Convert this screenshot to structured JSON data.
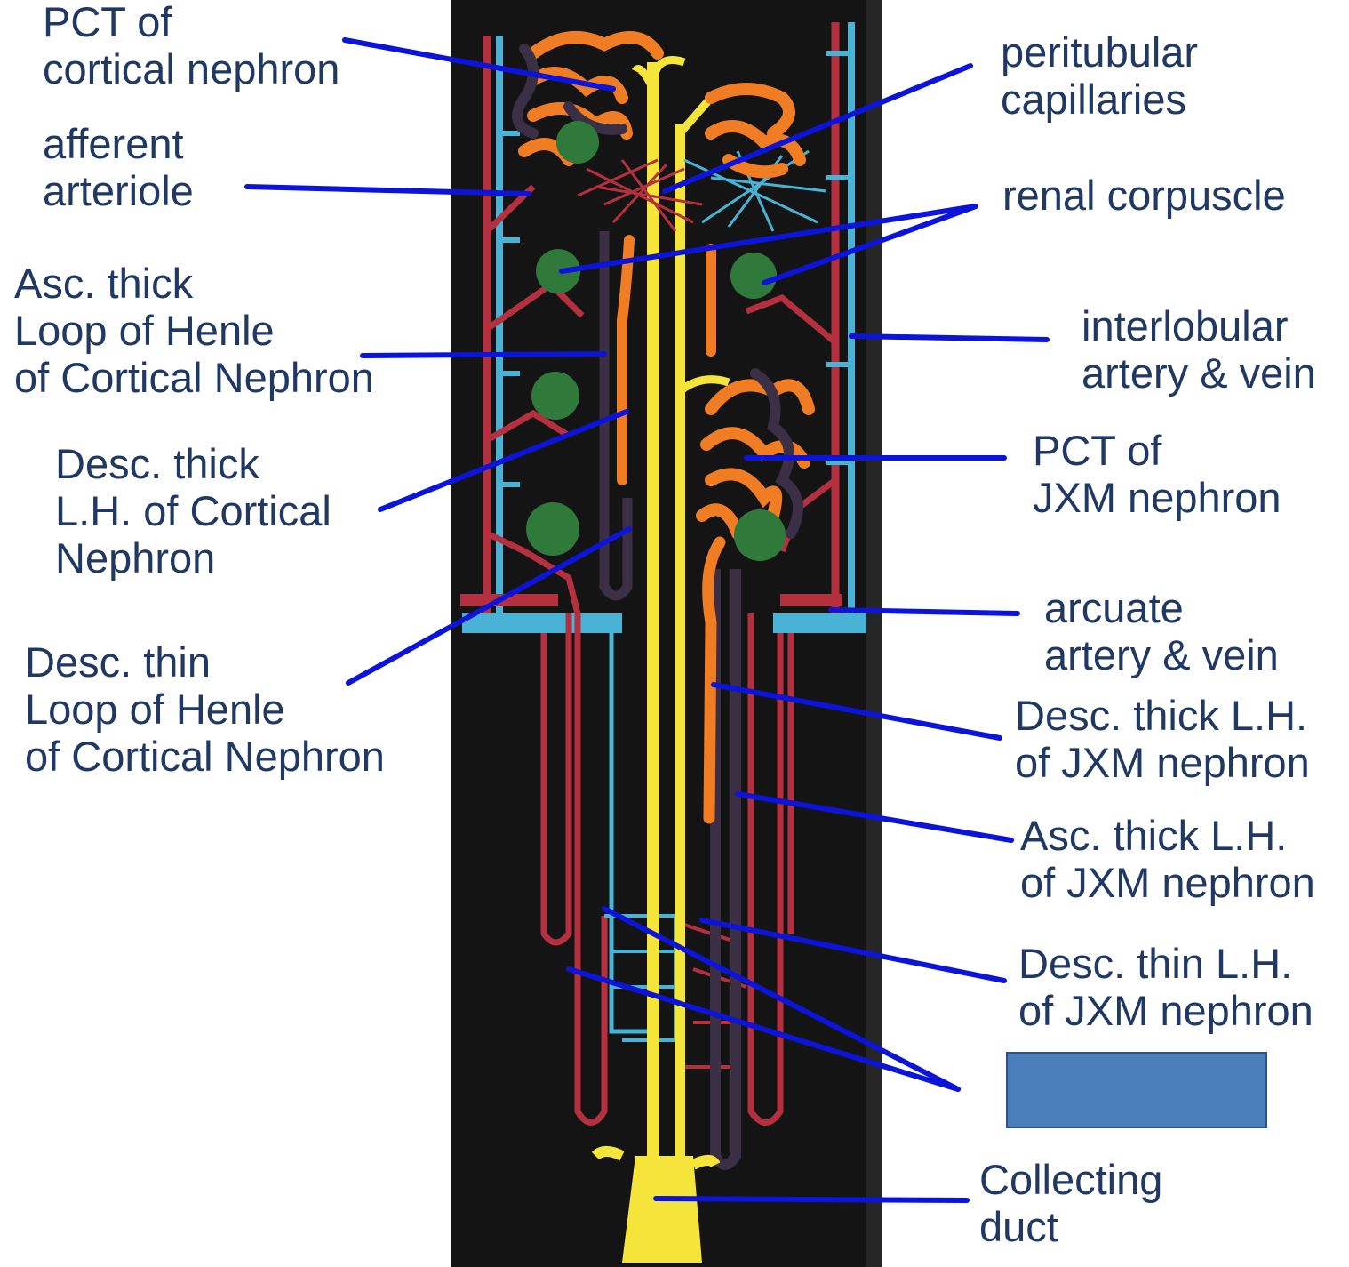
{
  "labels": {
    "pct_cortical": [
      "PCT of",
      "cortical nephron"
    ],
    "afferent": [
      "afferent",
      "arteriole"
    ],
    "asc_thick_cortical": [
      "Asc. thick",
      "Loop of Henle",
      "of Cortical Nephron"
    ],
    "desc_thick_cortical": [
      "Desc. thick",
      "L.H. of Cortical",
      "Nephron"
    ],
    "desc_thin_cortical": [
      "Desc. thin",
      "Loop of Henle",
      "of Cortical Nephron"
    ],
    "peritubular": [
      "peritubular",
      "capillaries"
    ],
    "renal_corpuscle": [
      "renal corpuscle"
    ],
    "interlobular": [
      "interlobular",
      "artery & vein"
    ],
    "pct_jxm": [
      "PCT of",
      "JXM nephron"
    ],
    "arcuate": [
      "arcuate",
      "artery & vein"
    ],
    "desc_thick_jxm": [
      "Desc. thick L.H.",
      "of JXM nephron"
    ],
    "asc_thick_jxm": [
      "Asc. thick L.H.",
      "of JXM nephron"
    ],
    "desc_thin_jxm": [
      "Desc. thin L.H.",
      "of JXM nephron"
    ],
    "collecting_duct": [
      "Collecting",
      "duct"
    ]
  },
  "colors": {
    "label_text": "#1f3864",
    "leader_line": "#0b14d8",
    "answer_box": "#4a7ebb",
    "board": "#141414",
    "artery": "#b5303f",
    "vein": "#48b3d4",
    "collecting_duct": "#f5e43a",
    "proximal_tubule": "#f07c23",
    "thick_ascending": "#3a2f45",
    "glomerulus": "#2f7a3a"
  }
}
